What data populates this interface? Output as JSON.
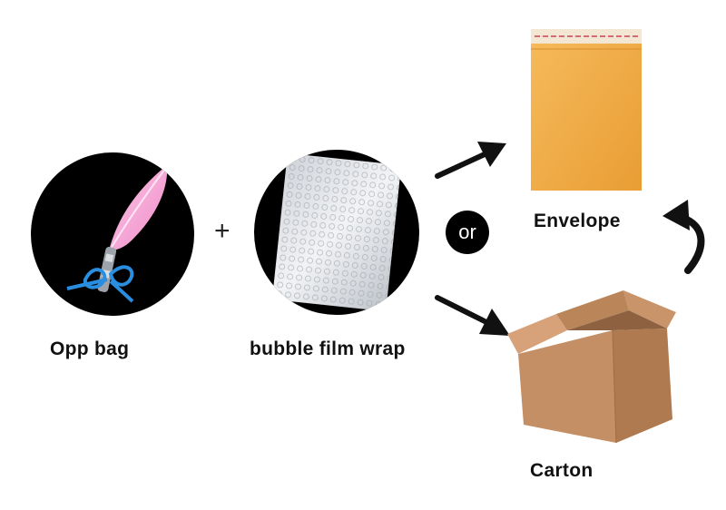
{
  "items": {
    "opp_bag": {
      "label": "Opp bag"
    },
    "bubble_wrap": {
      "label": "bubble film wrap"
    },
    "envelope": {
      "label": "Envelope"
    },
    "carton": {
      "label": "Carton"
    }
  },
  "operators": {
    "plus": "+",
    "or": "or"
  },
  "colors": {
    "background": "#ffffff",
    "circle_bg": "#000000",
    "feather_pink": "#f7a8d6",
    "ribbon_blue": "#2a8ee0",
    "envelope_kraft": "#f1ad46",
    "carton_kraft": "#c8946a",
    "arrow": "#111111"
  },
  "icons": {
    "arrow_up_right": "arrow-up-right-icon",
    "arrow_down_right": "arrow-down-right-icon",
    "curved_arrow": "curved-arrow-icon"
  }
}
